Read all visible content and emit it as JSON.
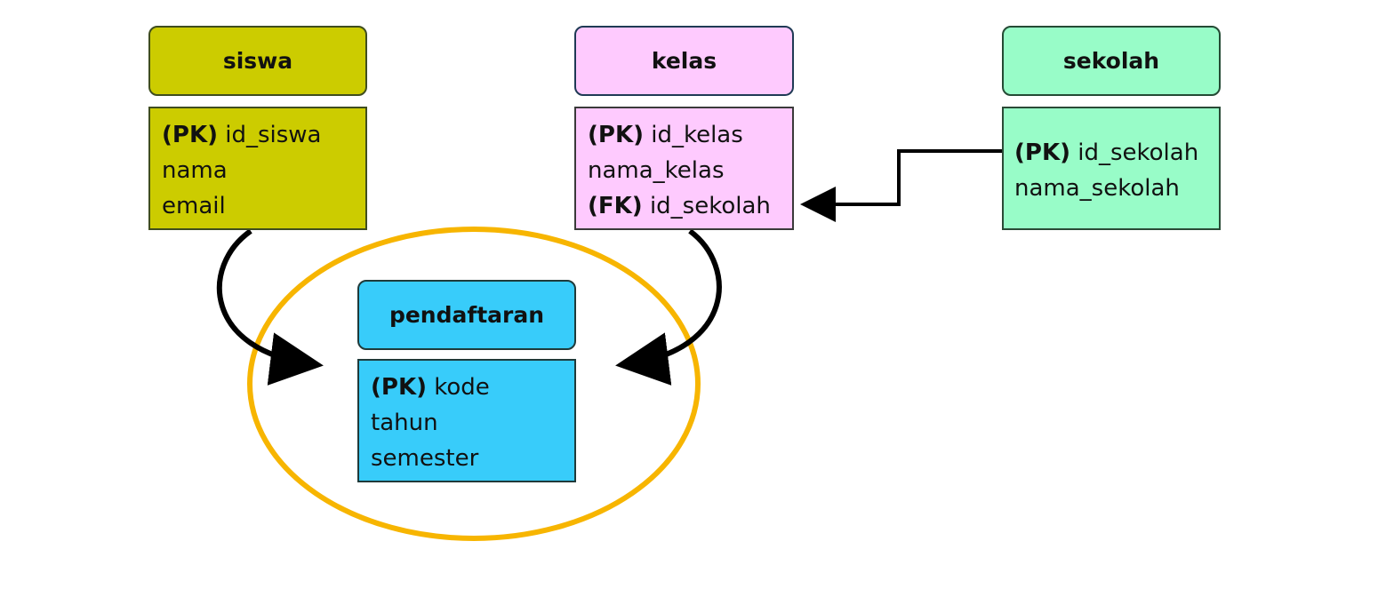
{
  "colors": {
    "siswa": "#cccc00",
    "kelas": "#fecafe",
    "sekolah": "#98fcc8",
    "pendaftaran": "#38ccfa",
    "highlight": "#f7b500"
  },
  "entities": {
    "siswa": {
      "title": "siswa",
      "attributes": [
        {
          "key": "(PK)",
          "name": "id_siswa"
        },
        {
          "key": "",
          "name": "nama"
        },
        {
          "key": "",
          "name": "email"
        }
      ]
    },
    "kelas": {
      "title": "kelas",
      "attributes": [
        {
          "key": "(PK)",
          "name": "id_kelas"
        },
        {
          "key": "",
          "name": "nama_kelas"
        },
        {
          "key": "(FK)",
          "name": "id_sekolah"
        }
      ]
    },
    "sekolah": {
      "title": "sekolah",
      "attributes": [
        {
          "key": "(PK)",
          "name": "id_sekolah"
        },
        {
          "key": "",
          "name": "nama_sekolah"
        }
      ]
    },
    "pendaftaran": {
      "title": "pendaftaran",
      "attributes": [
        {
          "key": "(PK)",
          "name": "kode"
        },
        {
          "key": "",
          "name": "tahun"
        },
        {
          "key": "",
          "name": "semester"
        }
      ]
    }
  },
  "relationships": [
    {
      "from": "siswa",
      "to": "pendaftaran"
    },
    {
      "from": "kelas",
      "to": "pendaftaran"
    },
    {
      "from": "sekolah",
      "to": "kelas"
    }
  ]
}
